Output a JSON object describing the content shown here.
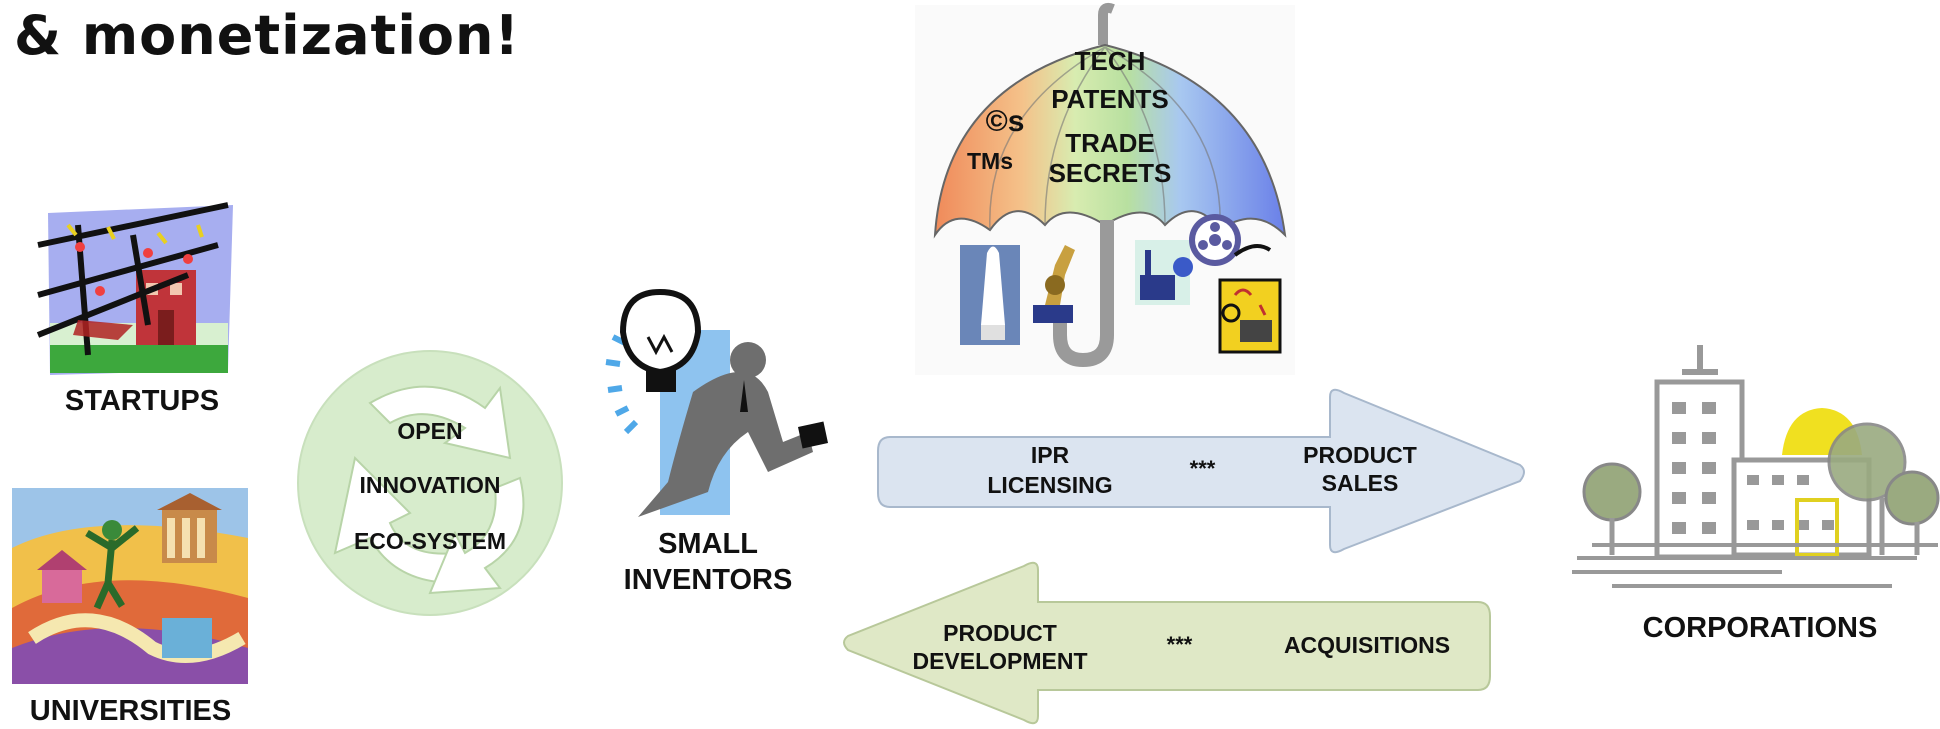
{
  "heading": "& monetization!",
  "startups": {
    "label": "STARTUPS"
  },
  "universities": {
    "label": "UNIVERSITIES"
  },
  "ecosystem": {
    "line1": "OPEN",
    "line2": "INNOVATION",
    "line3": "ECO-SYSTEM"
  },
  "inventors": {
    "line1": "SMALL",
    "line2": "INVENTORS"
  },
  "umbrella": {
    "tech": "TECH",
    "patents": "PATENTS",
    "copyrights": "©s",
    "trademarks": "TMs",
    "trade": "TRADE",
    "secrets": "SECRETS"
  },
  "arrow_right": {
    "left_line1": "IPR",
    "left_line2": "LICENSING",
    "separator": "***",
    "right_line1": "PRODUCT",
    "right_line2": "SALES",
    "color": "#dbe4f0"
  },
  "arrow_left": {
    "left_line1": "PRODUCT",
    "left_line2": "DEVELOPMENT",
    "separator": "***",
    "right": "ACQUISITIONS",
    "color": "#dfe8c6"
  },
  "corporations": {
    "label": "CORPORATIONS"
  },
  "icons": [
    "startup-building-clipart-icon",
    "university-collage-clipart-icon",
    "recycle-arrows-icon",
    "lightbulb-inventor-icon",
    "space-shuttle-icon",
    "microscope-icon",
    "factory-globe-icon",
    "film-reel-icon",
    "music-player-icon",
    "city-buildings-icon"
  ]
}
